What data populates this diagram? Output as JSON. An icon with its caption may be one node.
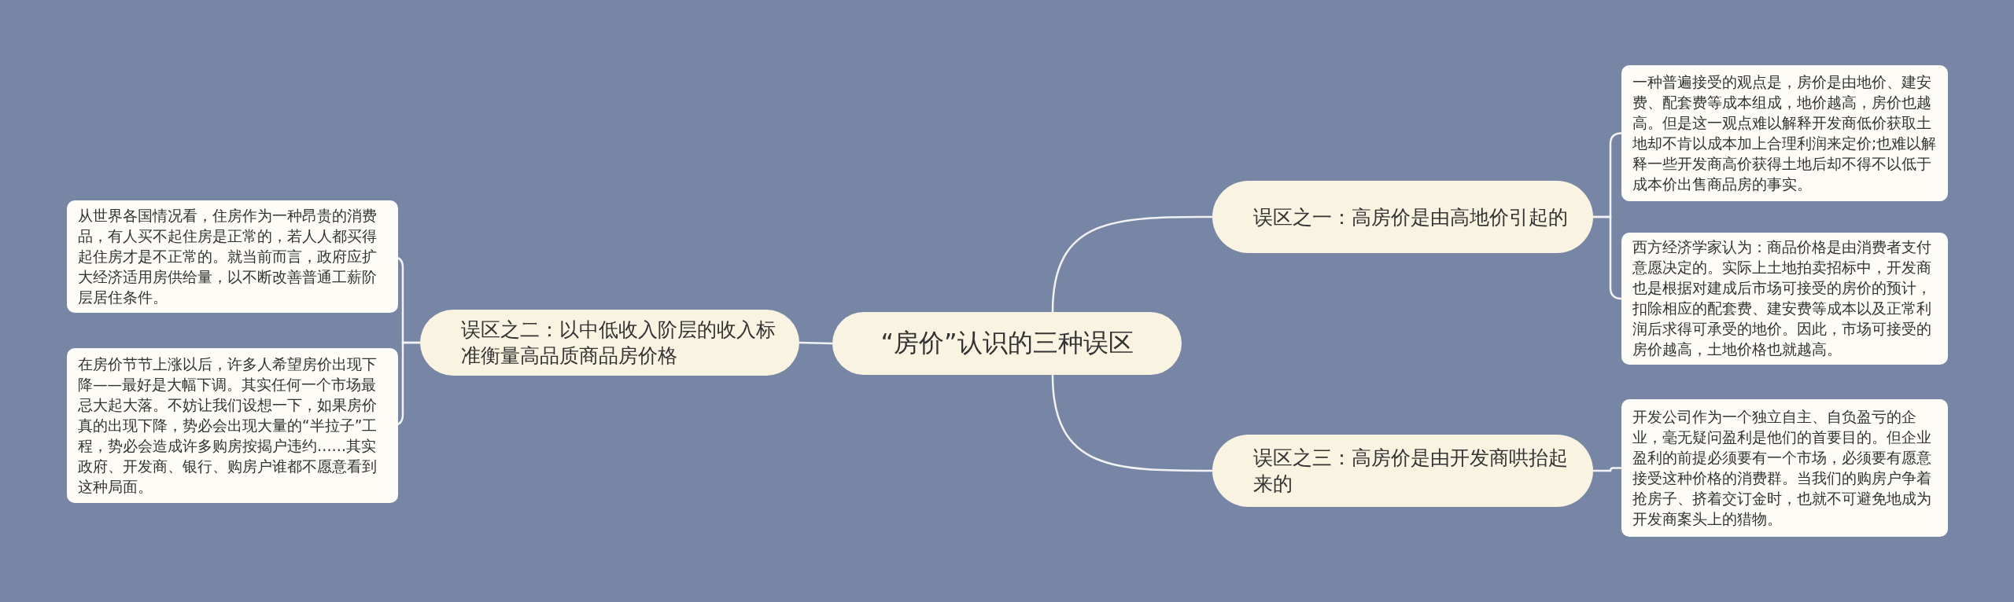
{
  "diagram": {
    "nodes": [
      {
        "text": [
          "“房价”认识的三种误区"
        ]
      },
      {
        "text": [
          "误区之一：高房价是由高地价引起的"
        ]
      },
      {
        "text": [
          "一种普遍接受的观点是，房价是由地价、建安费、配套费等成本组成，地价越高，房价也越高。但是这一观点难以解释开发商低价获取土地却不肯以成本加上合理利润来定价;也难以解释一些开发商高价获得土地后却不得不以低于成本价出售商品房的事实。"
        ]
      },
      {
        "text": [
          "西方经济学家认为：商品价格是由消费者支付意愿决定的。实际上土地拍卖招标中，开发商也是根据对建成后市场可接受的房价的预计，扣除相应的配套费、建安费等成本以及正常利润后求得可承受的地价。因此，市场可接受的房价越高，土地价格也就越高。"
        ]
      },
      {
        "text": [
          "误区之三：高房价是由开发商哄抬起来的"
        ]
      },
      {
        "text": [
          "开发公司作为一个独立自主、自负盈亏的企业，毫无疑问盈利是他们的首要目的。但企业盈利的前提必须要有一个市场，必须要有愿意接受这种价格的消费群。当我们的购房户争着抢房子、挤着交订金时，也就不可避免地成为开发商案头上的猎物。"
        ]
      },
      {
        "text": [
          "误区之二：以中低收入阶层的收入标准衡量高品质商品房价格"
        ]
      },
      {
        "text": [
          "从世界各国情况看，住房作为一种昂贵的消费品，有人买不起住房是正常的，若人人都买得起住房才是不正常的。就当前而言，政府应扩大经济适用房供给量，以不断改善普通工薪阶层居住条件。"
        ]
      },
      {
        "text": [
          "在房价节节上涨以后，许多人希望房价出现下降——最好是大幅下调。其实任何一个市场最忌大起大落。不妨让我们设想一下，如果房价真的出现下降，势必会出现大量的“半拉子”工程，势必会造成许多购房按揭户违约……其实政府、开发商、银行、购房户谁都不愿意看到这种局面。"
        ]
      }
    ],
    "edges": [
      {
        "from": 0,
        "to": 1,
        "arrow": "none"
      },
      {
        "from": 0,
        "to": 4,
        "arrow": "none"
      },
      {
        "from": 0,
        "to": 6,
        "arrow": "none"
      },
      {
        "from": 1,
        "to": 2,
        "arrow": "none"
      },
      {
        "from": 1,
        "to": 3,
        "arrow": "none"
      },
      {
        "from": 4,
        "to": 5,
        "arrow": "none"
      },
      {
        "from": 6,
        "to": 7,
        "arrow": "none"
      },
      {
        "from": 6,
        "to": 8,
        "arrow": "none"
      }
    ]
  }
}
